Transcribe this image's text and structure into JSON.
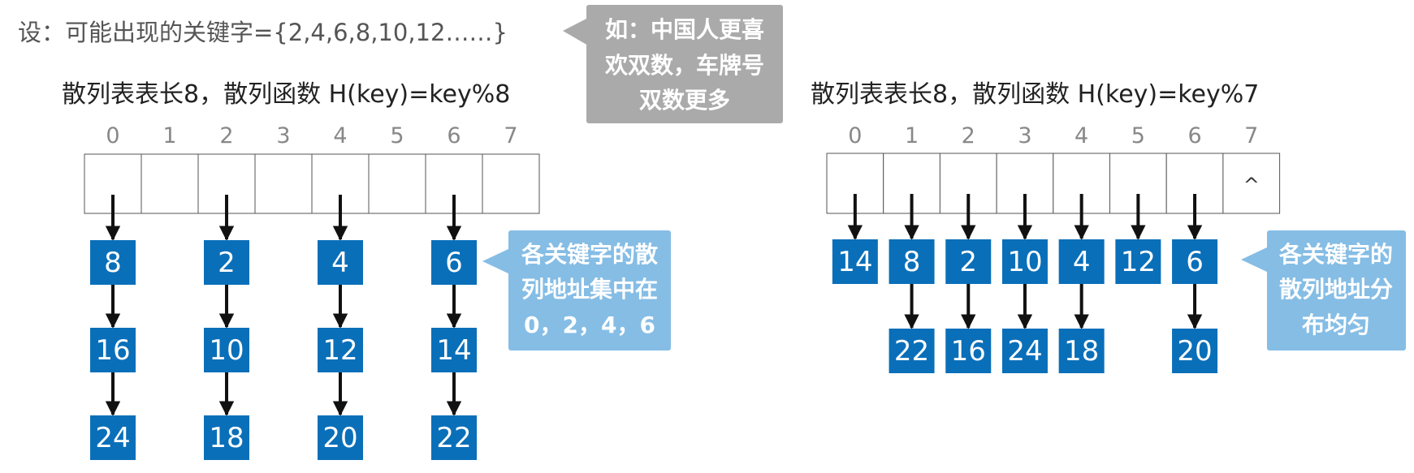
{
  "premise": "设：可能出现的关键字={2,4,6,8,10,12……}",
  "tooltip_top": {
    "lines": [
      "如：中国人更喜",
      "欢双数，车牌号",
      "双数更多"
    ],
    "color": "#aaaaaa"
  },
  "colors": {
    "node_fill": "#0a6fb9",
    "node_text": "#ffffff",
    "callout_fill": "#85bde5",
    "index_text": "#888888",
    "label_text": "#222222",
    "arrow": "#111111"
  },
  "left_table": {
    "title": "散列表表长8，散列函数 H(key)=key%8",
    "indices": [
      "0",
      "1",
      "2",
      "3",
      "4",
      "5",
      "6",
      "7"
    ],
    "empty_marker": "",
    "chains": [
      {
        "slot": 0,
        "keys": [
          "8",
          "16",
          "24"
        ]
      },
      {
        "slot": 2,
        "keys": [
          "2",
          "10",
          "18"
        ]
      },
      {
        "slot": 4,
        "keys": [
          "4",
          "12",
          "20"
        ]
      },
      {
        "slot": 6,
        "keys": [
          "6",
          "14",
          "22"
        ]
      }
    ],
    "callout": {
      "lines": [
        "各关键字的散",
        "列地址集中在",
        "0，2，4，6"
      ]
    }
  },
  "right_table": {
    "title": "散列表表长8，散列函数 H(key)=key%7",
    "indices": [
      "0",
      "1",
      "2",
      "3",
      "4",
      "5",
      "6",
      "7"
    ],
    "empty_marker": "^",
    "chains": [
      {
        "slot": 0,
        "keys": [
          "14"
        ]
      },
      {
        "slot": 1,
        "keys": [
          "8",
          "22"
        ]
      },
      {
        "slot": 2,
        "keys": [
          "2",
          "16"
        ]
      },
      {
        "slot": 3,
        "keys": [
          "10",
          "24"
        ]
      },
      {
        "slot": 4,
        "keys": [
          "4",
          "18"
        ]
      },
      {
        "slot": 5,
        "keys": [
          "12"
        ]
      },
      {
        "slot": 6,
        "keys": [
          "6",
          "20"
        ]
      }
    ],
    "callout": {
      "lines": [
        "各关键字的",
        "散列地址分",
        "布均匀"
      ]
    }
  }
}
